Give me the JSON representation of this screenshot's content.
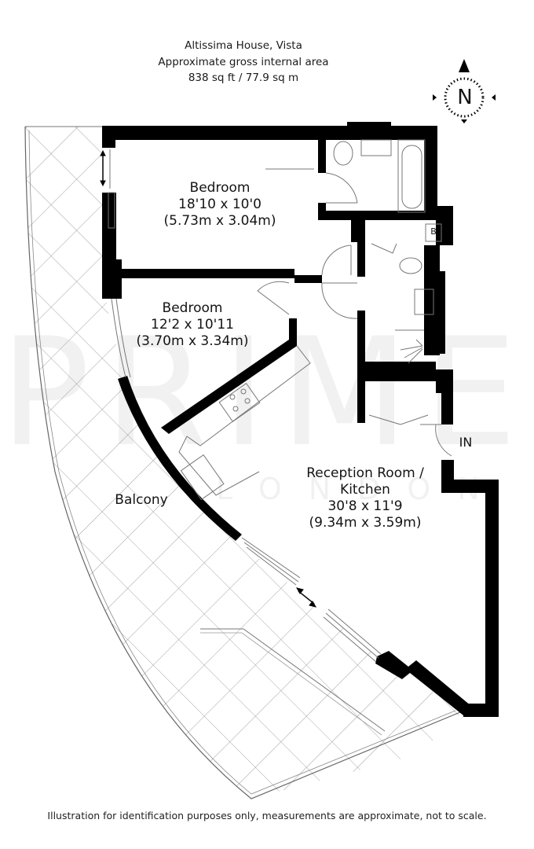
{
  "header": {
    "building": "Altissima House, Vista",
    "area_label": "Approximate gross internal area",
    "area_value": "838 sq ft / 77.9 sq m"
  },
  "compass": {
    "letter": "N",
    "icon": "compass-north-icon"
  },
  "rooms": [
    {
      "id": "bedroom-1",
      "name": "Bedroom",
      "imperial": "18'10 x 10'0",
      "metric": "(5.73m x 3.04m)"
    },
    {
      "id": "bedroom-2",
      "name": "Bedroom",
      "imperial": "12'2 x 10'11",
      "metric": "(3.70m x 3.34m)"
    },
    {
      "id": "reception",
      "name": "Reception Room /",
      "name2": "Kitchen",
      "imperial": "30'8 x 11'9",
      "metric": "(9.34m x 3.59m)"
    },
    {
      "id": "balcony",
      "name": "Balcony"
    }
  ],
  "markers": {
    "entrance": "IN",
    "boiler": "B"
  },
  "watermark": {
    "brand": "PRIME",
    "sub": "LONDON"
  },
  "footer": {
    "disclaimer": "Illustration for identification purposes only, measurements are approximate, not to scale."
  },
  "colors": {
    "wall": "#000000",
    "line": "#6b6b6b",
    "background": "#ffffff"
  }
}
